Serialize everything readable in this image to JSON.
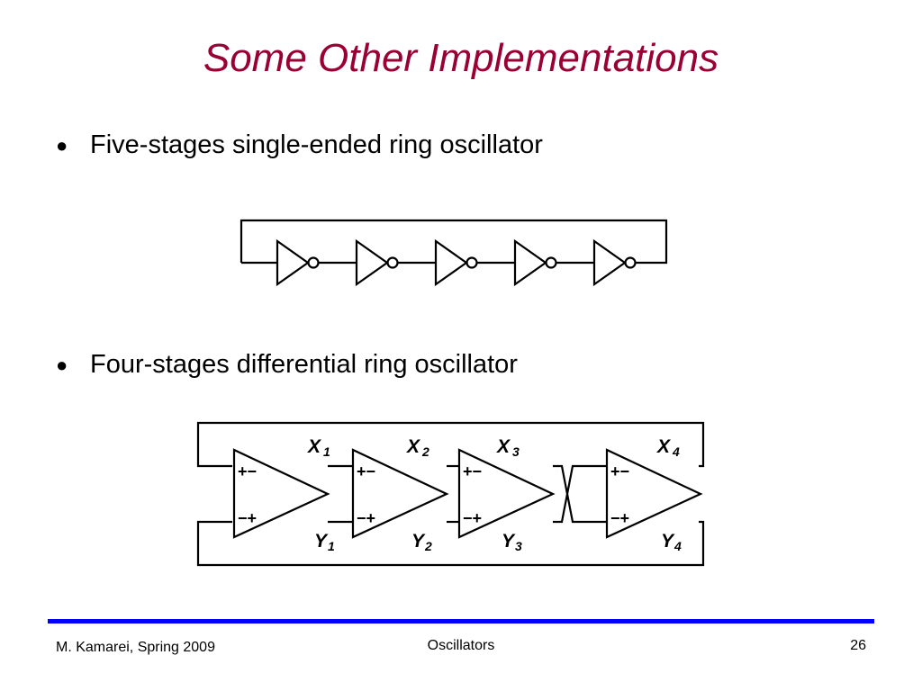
{
  "slide": {
    "title": "Some Other Implementations",
    "bullets": [
      "Five-stages single-ended ring oscillator",
      "Four-stages differential ring oscillator"
    ],
    "bullet_glyph": "●"
  },
  "diff": {
    "x_labels": [
      {
        "base": "X",
        "sub": "1"
      },
      {
        "base": "X",
        "sub": "2"
      },
      {
        "base": "X",
        "sub": "3"
      },
      {
        "base": "X",
        "sub": "4"
      }
    ],
    "y_labels": [
      {
        "base": "Y",
        "sub": "1"
      },
      {
        "base": "Y",
        "sub": "2"
      },
      {
        "base": "Y",
        "sub": "3"
      },
      {
        "base": "Y",
        "sub": "4"
      }
    ],
    "input_signs_top": "+−",
    "input_signs_bottom": "−+"
  },
  "footer": {
    "author": "M. Kamarei, Spring 2009",
    "topic": "Oscillators",
    "page": "26"
  },
  "colors": {
    "title": "#990033",
    "rule": "#0000ff"
  }
}
